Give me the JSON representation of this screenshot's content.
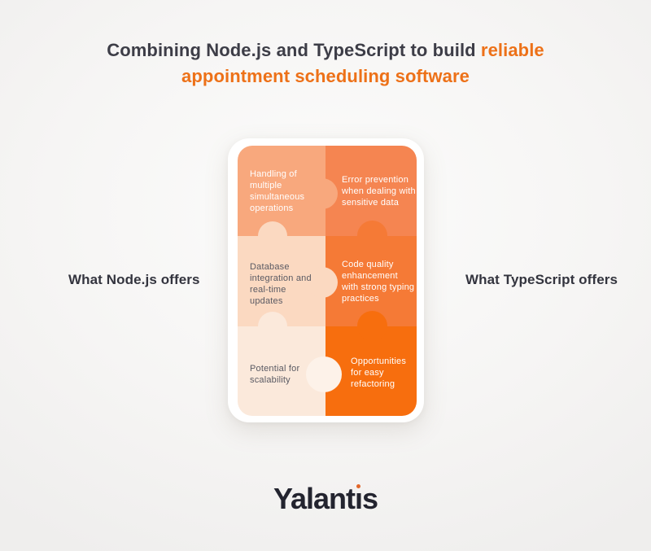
{
  "title": {
    "line1_dark": "Combining Node.js and TypeScript to build ",
    "line1_orange": "reliable",
    "line2_orange": "appointment scheduling software"
  },
  "side_labels": {
    "left": "What Node.js offers",
    "right": "What TypeScript offers"
  },
  "puzzle": {
    "left_column": {
      "items": [
        {
          "text": "Handling of multiple simultaneous operations",
          "fill": "#F8A87D",
          "text_color": "#FFFFFF"
        },
        {
          "text": "Database integration and real-time updates",
          "fill": "#FBD9C1",
          "text_color": "#5A5A63"
        },
        {
          "text": "Potential for scalability",
          "fill": "#FBE9DB",
          "text_color": "#5A5A63"
        }
      ]
    },
    "right_column": {
      "items": [
        {
          "text": "Error prevention when dealing with sensitive data",
          "fill": "#F58551",
          "text_color": "#FFFFFF"
        },
        {
          "text": "Code quality enhancement with strong typing practices",
          "fill": "#F57A36",
          "text_color": "#FFFFFF"
        },
        {
          "text": "Opportunities for easy refactoring",
          "fill": "#F76E0E",
          "text_color": "#FFFFFF"
        }
      ]
    },
    "knob_light_fill": "#FDF2E9"
  },
  "logo": {
    "text": "Yalantis",
    "part1": "Yalant",
    "part2": "ı",
    "part3": "s",
    "dot_color": "#E2662A"
  },
  "colors": {
    "title_dark": "#3D3D47",
    "title_orange": "#ED7118",
    "label_dark": "#33343E",
    "card_bg": "#FFFFFF"
  }
}
